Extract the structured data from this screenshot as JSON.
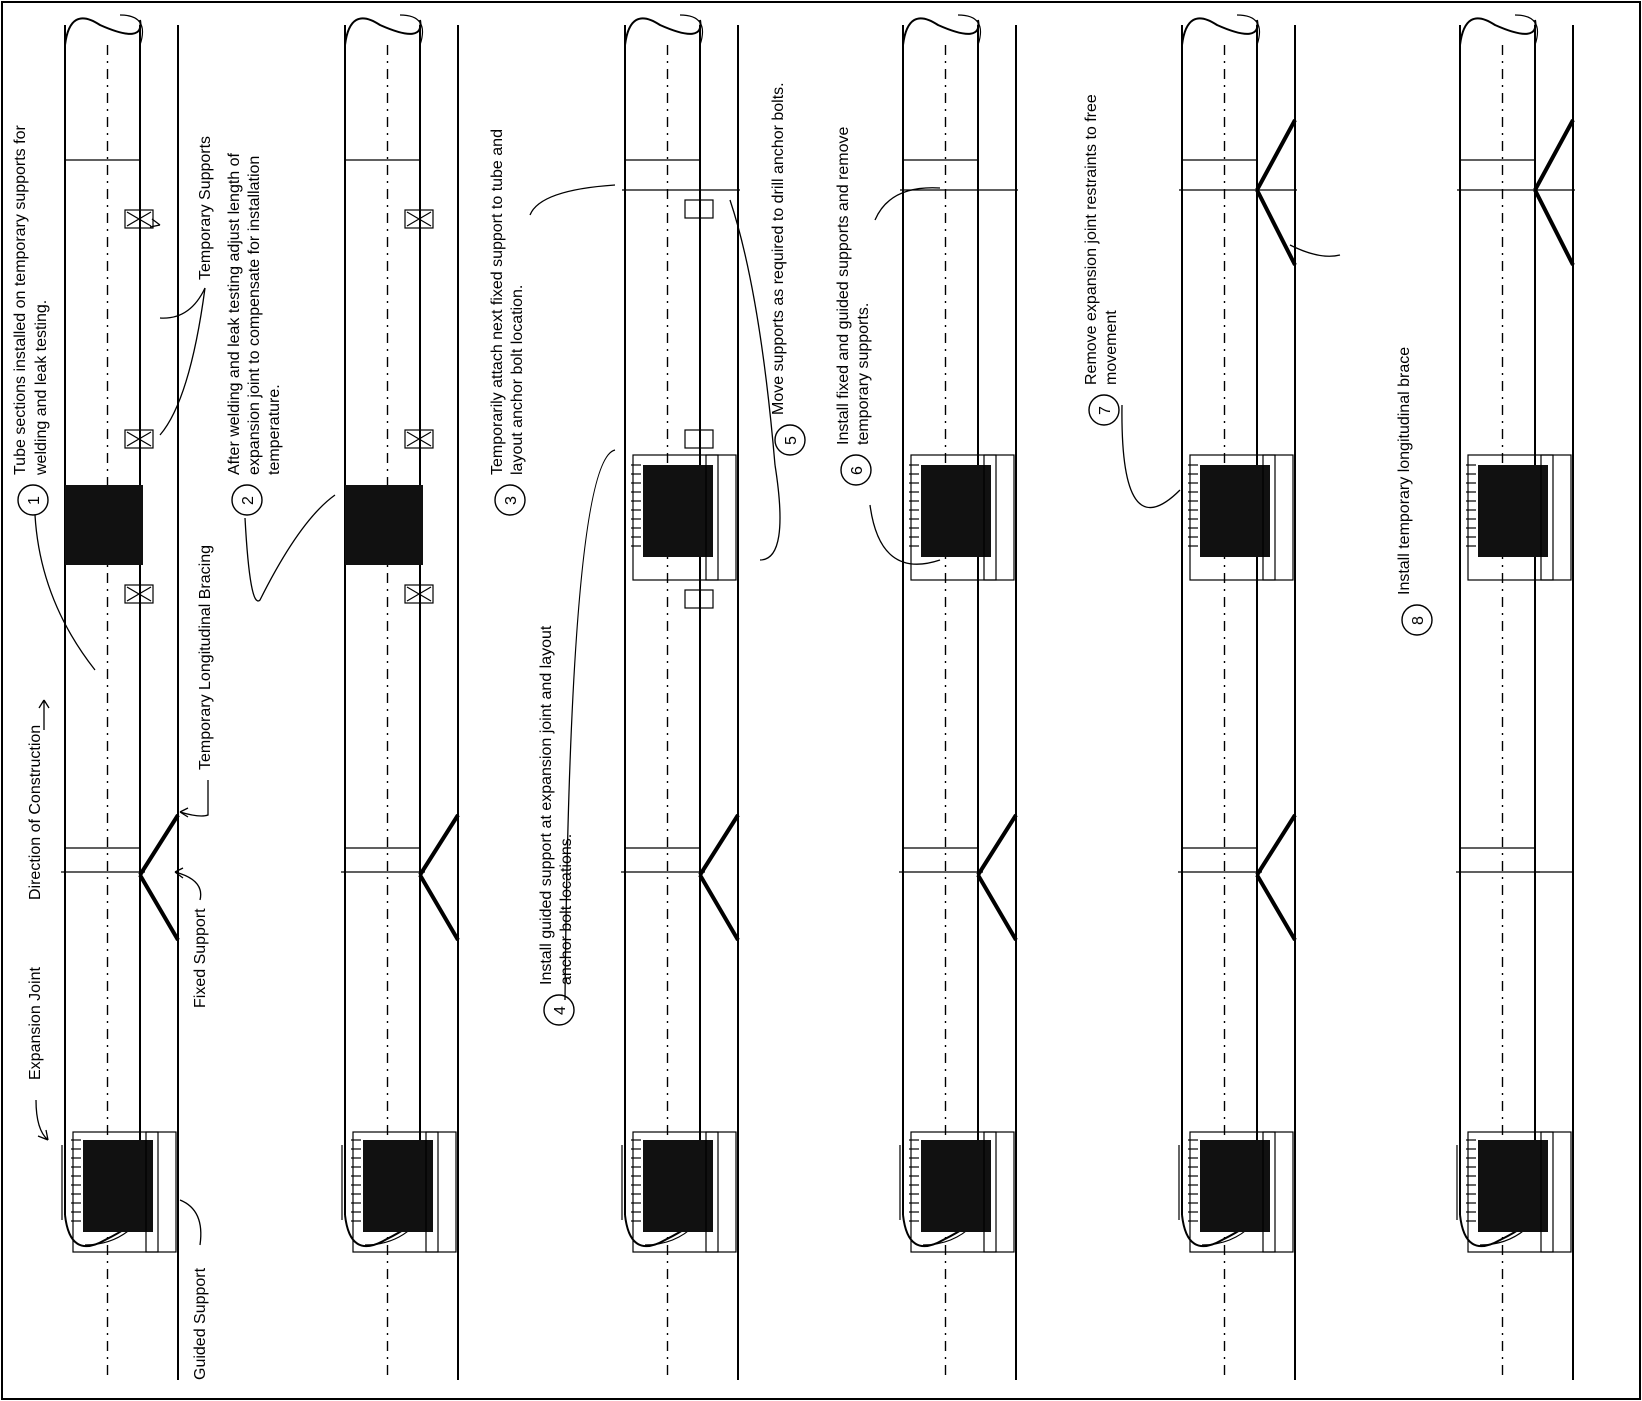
{
  "labels": {
    "expansion_joint": "Expansion Joint",
    "direction": "Direction of Construction",
    "guided_support": "Guided Support",
    "fixed_support": "Fixed Support",
    "temp_long_bracing": "Temporary Longitudinal Bracing",
    "temp_supports": "Temporary Supports"
  },
  "steps": [
    {
      "num": "1",
      "lines": [
        "Tube sections installed on temporary supports for",
        "welding and leak testing."
      ]
    },
    {
      "num": "2",
      "lines": [
        "After welding and leak testing adjust length of",
        "expansion joint to compensate for installation",
        "temperature."
      ]
    },
    {
      "num": "3",
      "lines": [
        "Temporarily attach next fixed support to tube and",
        "layout anchor bolt location."
      ]
    },
    {
      "num": "4",
      "lines": [
        "Install guided support at expansion joint and layout",
        "anchor bolt locations."
      ]
    },
    {
      "num": "5",
      "lines": [
        "Move supports as required to drill anchor bolts."
      ]
    },
    {
      "num": "6",
      "lines": [
        "Install fixed and guided supports and remove",
        "temporary supports."
      ]
    },
    {
      "num": "7",
      "lines": [
        "Remove expansion joint restraints to free",
        "movement"
      ]
    },
    {
      "num": "8",
      "lines": [
        "Install temporary longitudinal brace"
      ]
    }
  ]
}
